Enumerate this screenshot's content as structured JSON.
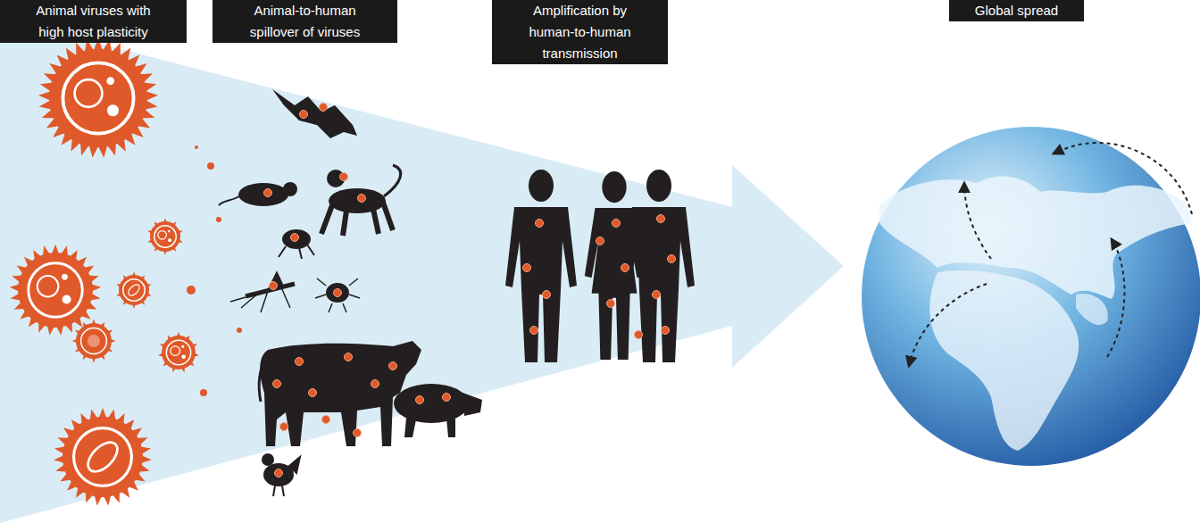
{
  "diagram": {
    "nodes": [
      {
        "text": [
          "Animal viruses with high host plasticity"
        ]
      },
      {
        "text": [
          "Animal-to-human spillover of viruses"
        ]
      },
      {
        "text": [
          "Amplification by human-to-human transmission"
        ]
      },
      {
        "text": [
          "Global spread"
        ]
      }
    ]
  }
}
